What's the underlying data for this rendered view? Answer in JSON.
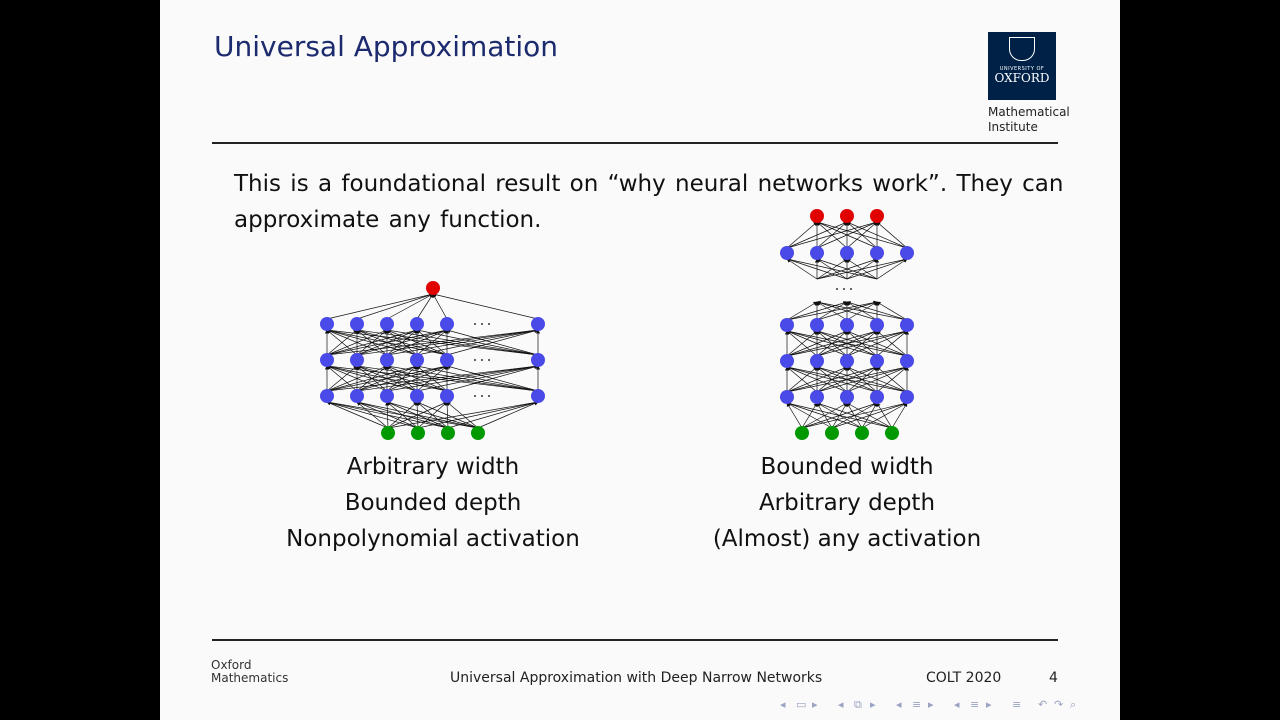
{
  "slide": {
    "title": "Universal Approximation",
    "logo": {
      "small_text": "UNIVERSITY OF",
      "big_text": "OXFORD"
    },
    "institute": {
      "line1": "Mathematical",
      "line2": "Institute"
    },
    "intro": "This is a foundational result on “why neural networks work”. They can approximate any function.",
    "left_diagram": {
      "caption": [
        "Arbitrary width",
        "Bounded depth",
        "Nonpolynomial activation"
      ]
    },
    "right_diagram": {
      "caption": [
        "Bounded width",
        "Arbitrary depth",
        "(Almost) any activation"
      ]
    },
    "footer": {
      "left_line1": "Oxford",
      "left_line2": "Mathematics",
      "center": "Universal Approximation with Deep Narrow Networks",
      "conference": "COLT 2020",
      "page": "4"
    }
  },
  "colors": {
    "title": "#1c2a6e",
    "input_node": "#009900",
    "hidden_node": "#4a4ae8",
    "output_node": "#e00000",
    "oxford_blue": "#002147"
  },
  "icons": [
    "frame-prev-icon",
    "frame-icon",
    "frame-next-icon",
    "subsection-prev-icon",
    "subsection-icon",
    "subsection-next-icon",
    "section-prev-icon",
    "section-icon",
    "section-next-icon",
    "toc-icon",
    "undo-icon",
    "redo-icon",
    "search-icon"
  ]
}
